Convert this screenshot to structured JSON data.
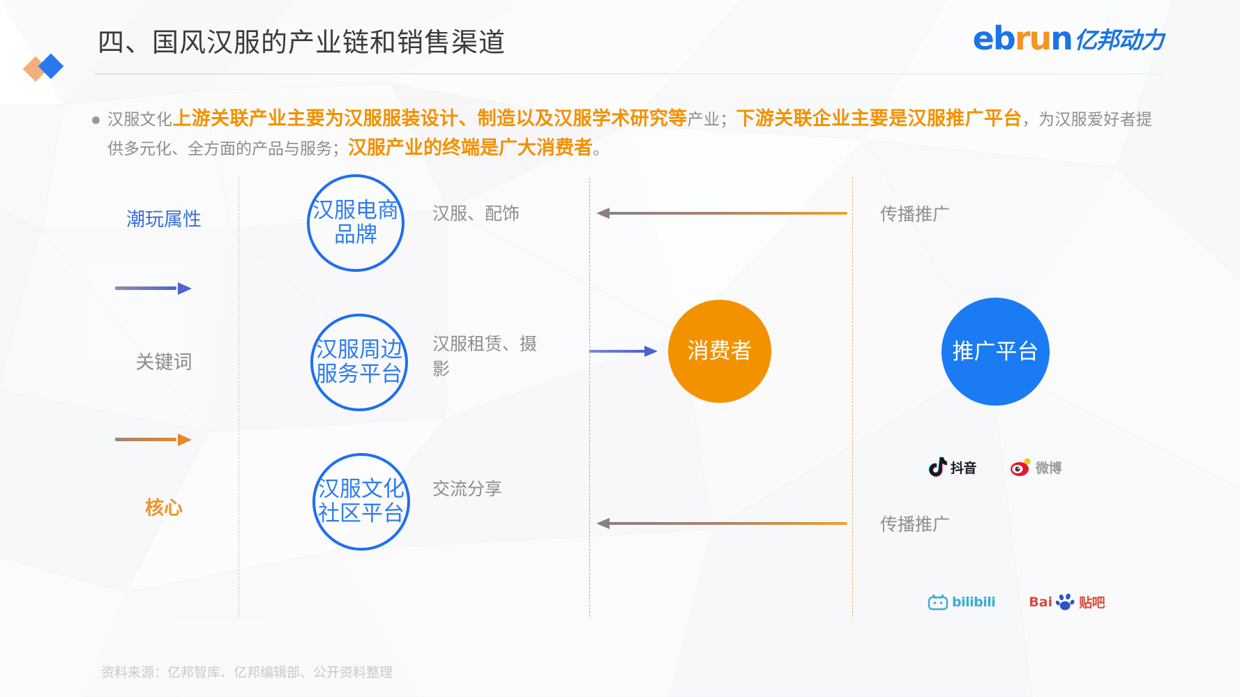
{
  "header": {
    "title": "四、国风汉服的产业链和销售渠道",
    "logo": {
      "part1": "eb",
      "part2": "ru",
      "part3": "n",
      "cn": "亿邦动力"
    }
  },
  "paragraph": {
    "seg1": "汉服文化",
    "seg2_highlight": "上游关联产业主要为汉服服装设计、制造以及汉服学术研究等",
    "seg3": "产业；",
    "seg4_highlight": "下游关联企业主要是汉服推广平台",
    "seg5": "，为汉服爱好者提供多元化、全方面的产品与服务；",
    "seg6_highlight": "汉服产业的终端是广大消费者",
    "seg7": "。"
  },
  "left_axis": {
    "label_top": "潮玩属性",
    "label_mid": "关键词",
    "label_bottom": "核心"
  },
  "upstream": [
    {
      "circle": "汉服电商\n品牌",
      "note": "汉服、配饰"
    },
    {
      "circle": "汉服周边\n服务平台",
      "note": "汉服租赁、摄\n影"
    },
    {
      "circle": "汉服文化\n社区平台",
      "note": "交流分享"
    }
  ],
  "consumer": {
    "label": "消费者"
  },
  "platform": {
    "label": "推广平台"
  },
  "flows": {
    "top_label": "传播推广",
    "bottom_label": "传播推广"
  },
  "brands": {
    "row_top": [
      {
        "name": "抖音",
        "icon": "douyin-icon"
      },
      {
        "name": "微博",
        "icon": "weibo-icon"
      }
    ],
    "row_bottom": [
      {
        "name": "bilibili",
        "icon": "bilibili-icon"
      },
      {
        "name": "贴吧",
        "prefix": "Bai",
        "icon": "baidu-tieba-icon"
      }
    ]
  },
  "footer": {
    "source": "资料来源：亿邦智库、亿邦编辑部、公开资料整理"
  },
  "colors": {
    "accent_orange": "#f39200",
    "accent_blue": "#1a7bf2",
    "title_gray": "#3a3a3a",
    "body_gray": "#8d8d8d"
  }
}
